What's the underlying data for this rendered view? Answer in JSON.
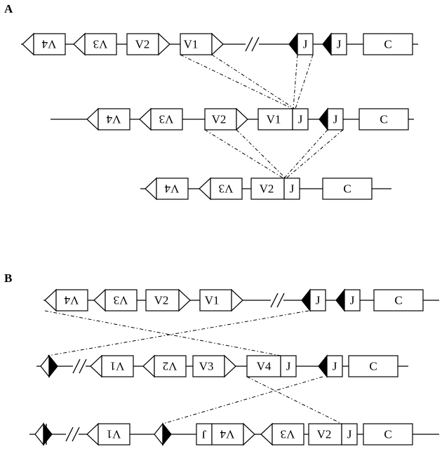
{
  "panels": {
    "a": "A",
    "b": "B"
  },
  "labels": {
    "v1": "V1",
    "v2": "V2",
    "v3": "V3",
    "v4": "V4",
    "j": "J",
    "c": "C"
  }
}
